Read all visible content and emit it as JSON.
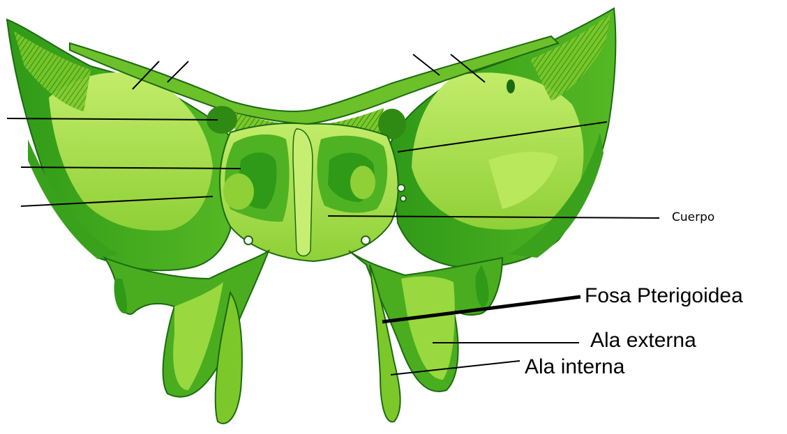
{
  "figure": {
    "subject": "sphenoid-bone-anterior-view",
    "labels": {
      "cuerpo": "Cuerpo",
      "fosa_pterigoidea": "Fosa Pterigoidea",
      "ala_externa": "Ala externa",
      "ala_interna": "Ala interna"
    },
    "colors": {
      "bone_light": "#a9e04a",
      "bone_mid": "#7cc82a",
      "bone_dark": "#2f9a18",
      "outline": "#1c6a10",
      "leader": "#000000"
    }
  }
}
